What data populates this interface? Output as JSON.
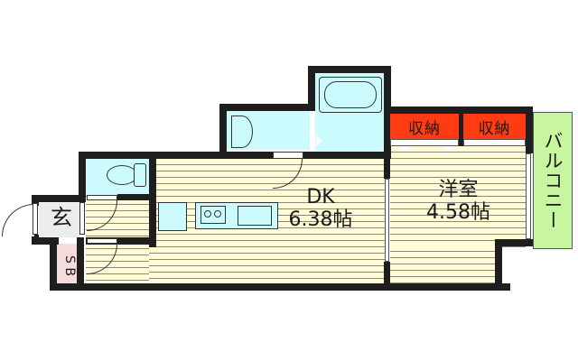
{
  "floorplan": {
    "rooms": {
      "dk": {
        "name": "DK",
        "size": "6.38帖"
      },
      "western": {
        "name": "洋室",
        "size": "4.58帖"
      },
      "storage_1": {
        "label": "収納"
      },
      "storage_2": {
        "label": "収納"
      },
      "balcony": {
        "label": "バルコニー"
      },
      "entrance": {
        "label": "玄"
      },
      "shoe_box": {
        "label": "S B"
      },
      "toilet": {
        "label": ""
      },
      "washroom": {
        "label": ""
      },
      "bathroom": {
        "label": ""
      }
    },
    "colors": {
      "wall": "#1e1e1e",
      "floor": "#fffbd6",
      "wet_area": "#ccfbfd",
      "storage": "#ff3b12",
      "balcony": "#c8f5a0",
      "shoe_box": "#f5dcdc",
      "entrance": "#ececec"
    }
  }
}
